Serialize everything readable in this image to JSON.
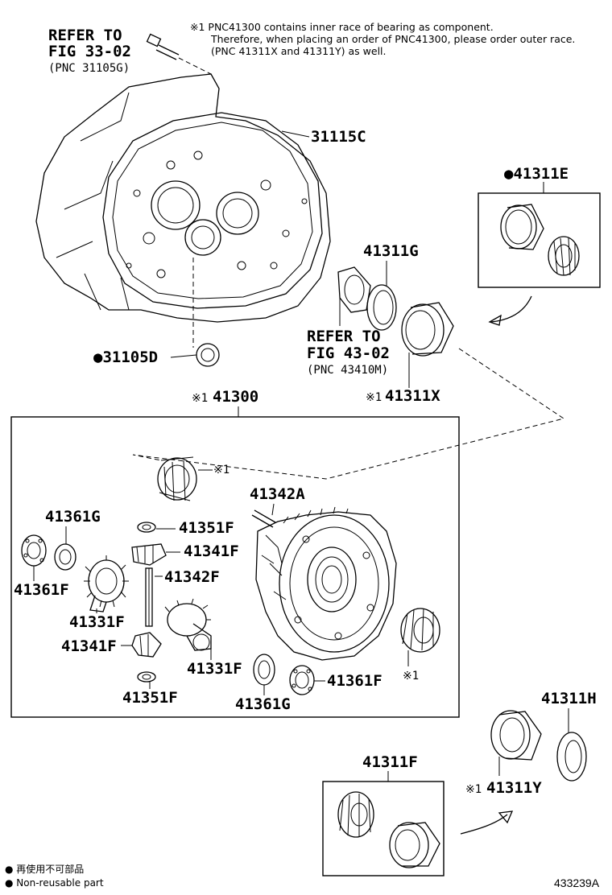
{
  "note": {
    "line1": "※1 PNC41300 contains inner race of bearing as component.",
    "line2": "Therefore, when placing an order of PNC41300, please order outer race.",
    "line3": "(PNC 41311X and 41311Y) as well."
  },
  "refers": {
    "fig33_l1": "REFER TO",
    "fig33_l2": "FIG 33-02",
    "fig33_l3": "(PNC 31105G)",
    "fig43_l1": "REFER TO",
    "fig43_l2": "FIG 43-02",
    "fig43_l3": "(PNC 43410M)"
  },
  "labels": {
    "p31115C": "31115C",
    "p41311E": "●41311E",
    "p41311G": "41311G",
    "p31105D": "●31105D",
    "p41311X": "41311X",
    "p41311X_mark": "※1",
    "p41300": "41300",
    "p41300_mark": "※1",
    "mark_cup": "※1",
    "p41342A": "41342A",
    "p41361G_a": "41361G",
    "p41351F_a": "41351F",
    "p41341F_a": "41341F",
    "p41342F": "41342F",
    "p41361F_a": "41361F",
    "p41331F_a": "41331F",
    "p41341F_b": "41341F",
    "p41331F_b": "41331F",
    "p41351F_b": "41351F",
    "p41361G_b": "41361G",
    "p41361F_b": "41361F",
    "mark_brg": "※1",
    "p41311H": "41311H",
    "p41311F": "41311F",
    "p41311Y": "41311Y",
    "p41311Y_mark": "※1"
  },
  "legend": {
    "line1": "● 再使用不可部品",
    "line2": "● Non-reusable part"
  },
  "code": "433239A"
}
